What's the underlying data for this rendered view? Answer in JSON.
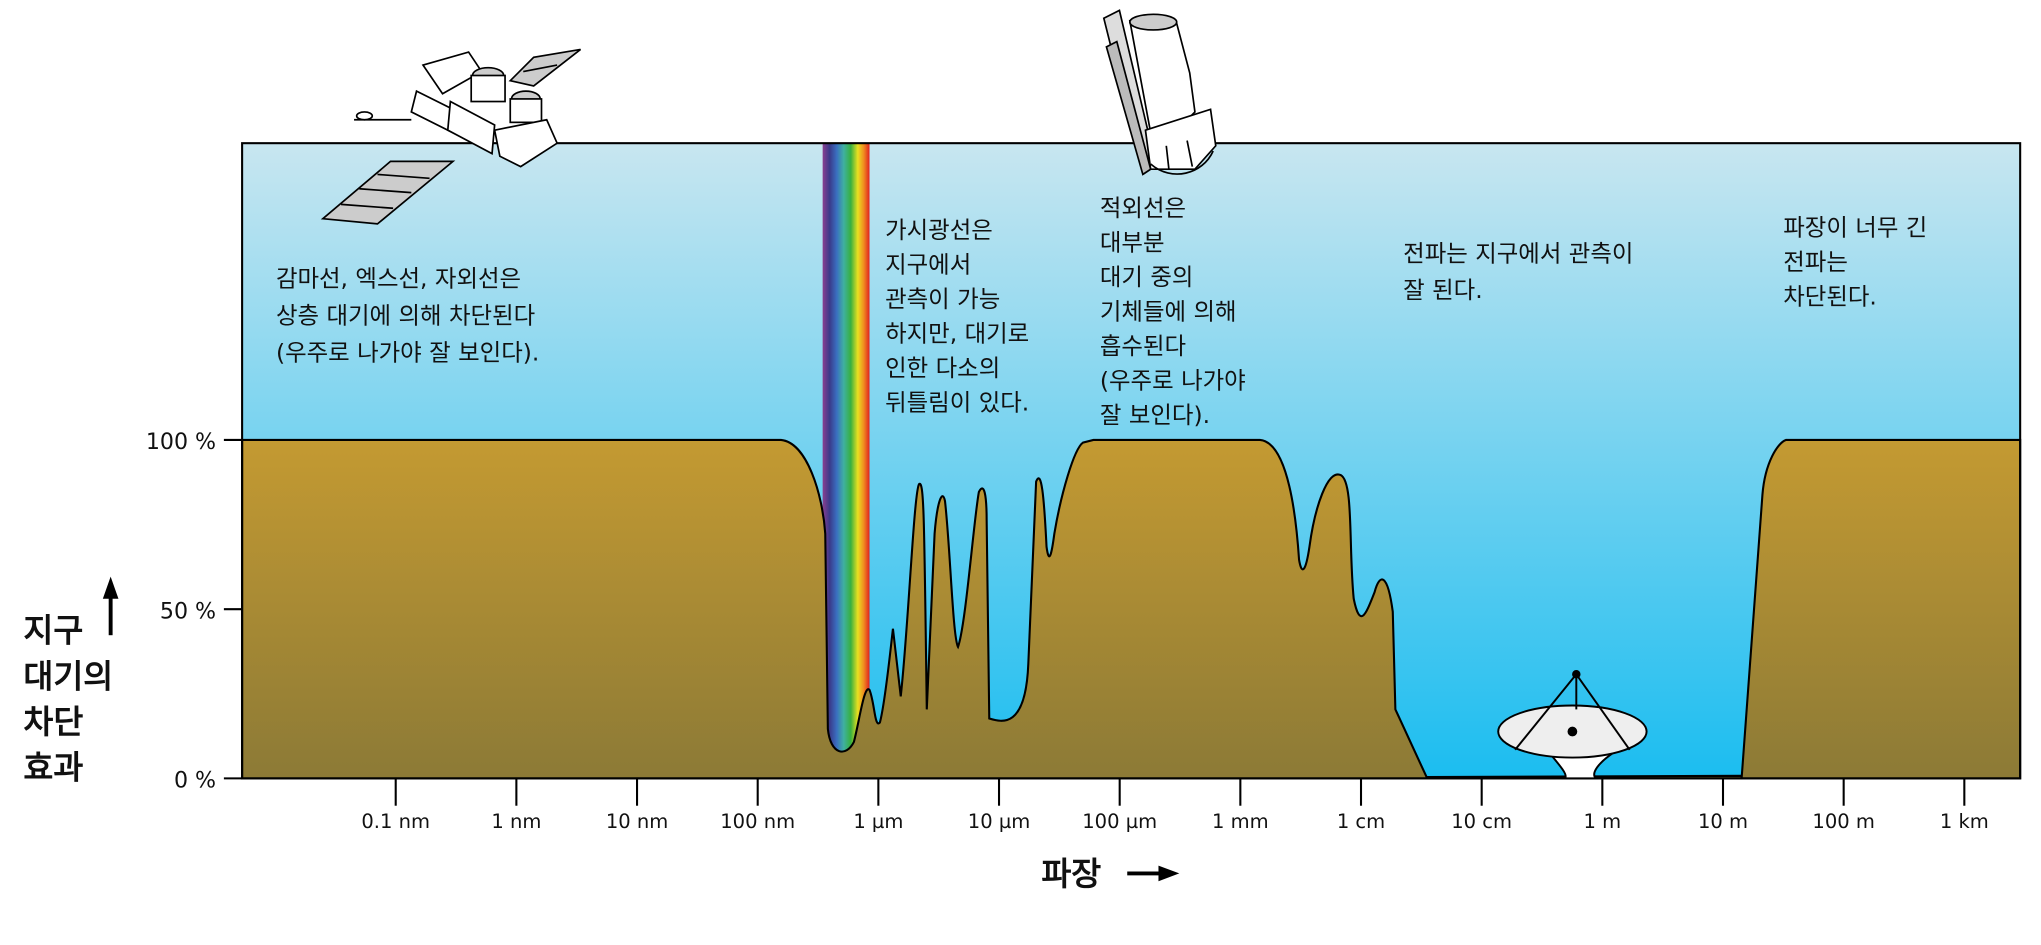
{
  "y_axis": {
    "title_lines": [
      "지구",
      "대기의",
      "차단",
      "효과"
    ],
    "ticks": [
      "100 %",
      "50 %",
      "0 %"
    ]
  },
  "x_axis": {
    "title": "파장",
    "ticks": [
      "0.1 nm",
      "1 nm",
      "10 nm",
      "100 nm",
      "1 µm",
      "10 µm",
      "100 µm",
      "1 mm",
      "1 cm",
      "10 cm",
      "1 m",
      "10 m",
      "100 m",
      "1 km"
    ]
  },
  "annotations": {
    "gamma": [
      "감마선, 엑스선, 자외선은",
      "상층 대기에 의해 차단된다",
      "(우주로 나가야 잘 보인다)."
    ],
    "visible": [
      "가시광선은",
      "지구에서",
      "관측이 가능",
      "하지만, 대기로",
      "인한 다소의",
      "뒤틀림이 있다."
    ],
    "infrared": [
      "적외선은",
      "대부분",
      "대기 중의",
      "기체들에 의해",
      "흡수된다",
      "(우주로 나가야",
      "잘 보인다)."
    ],
    "radio": [
      "전파는 지구에서 관측이",
      "잘 된다."
    ],
    "long_radio": [
      "파장이 너무 긴",
      "전파는",
      "차단된다."
    ]
  },
  "colors": {
    "sky_top": "#c8e6f0",
    "sky_bottom": "#1bbdf0",
    "ground_top": "#c49a32",
    "ground_bottom": "#8c7a36"
  }
}
